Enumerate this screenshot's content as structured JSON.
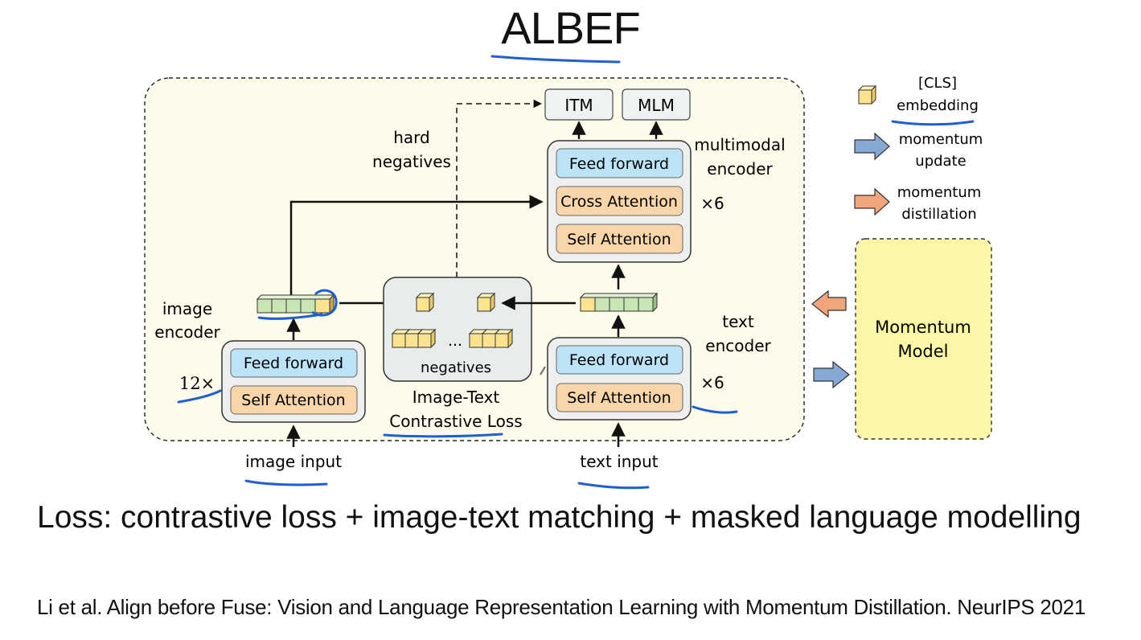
{
  "slide": {
    "title": "ALBEF",
    "loss_text": "Loss: contrastive loss + image-text matching + masked language modelling",
    "reference": "Li et al. Align before Fuse: Vision and Language Representation Learning with Momentum Distillation. NeurIPS 2021"
  },
  "diagram": {
    "heads": {
      "itm": "ITM",
      "mlm": "MLM"
    },
    "hard_negatives": [
      "hard",
      "negatives"
    ],
    "multimodal_encoder": {
      "label": [
        "multimodal",
        "encoder"
      ],
      "feed_forward": "Feed forward",
      "cross_attention": "Cross Attention",
      "self_attention": "Self Attention",
      "repeat": "×6"
    },
    "image_encoder": {
      "label": [
        "image",
        "encoder"
      ],
      "feed_forward": "Feed forward",
      "self_attention": "Self Attention",
      "repeat": "12×"
    },
    "text_encoder": {
      "label": [
        "text",
        "encoder"
      ],
      "feed_forward": "Feed forward",
      "self_attention": "Self Attention",
      "repeat": "×6"
    },
    "contrastive": {
      "ellipsis": "...",
      "negatives": "negatives",
      "label": [
        "Image-Text",
        "Contrastive Loss"
      ]
    },
    "inputs": {
      "image": "image input",
      "text": "text input"
    },
    "momentum_model": [
      "Momentum",
      "Model"
    ],
    "legend": {
      "cls": [
        "[CLS]",
        "embedding"
      ],
      "update": [
        "momentum",
        "update"
      ],
      "distillation": [
        "momentum",
        "distillation"
      ]
    }
  },
  "colors": {
    "panel_bg": "#fdfbe9",
    "feed_forward": "#bde3f7",
    "attention": "#f9d6a9",
    "token_green": "#c8e6b4",
    "token_cls": "#fbe38f",
    "momentum_bg": "#fbf7a6",
    "arrow_blue": "#86a9d4",
    "arrow_orange": "#f0a57b",
    "annotation": "#1f5fd1"
  }
}
